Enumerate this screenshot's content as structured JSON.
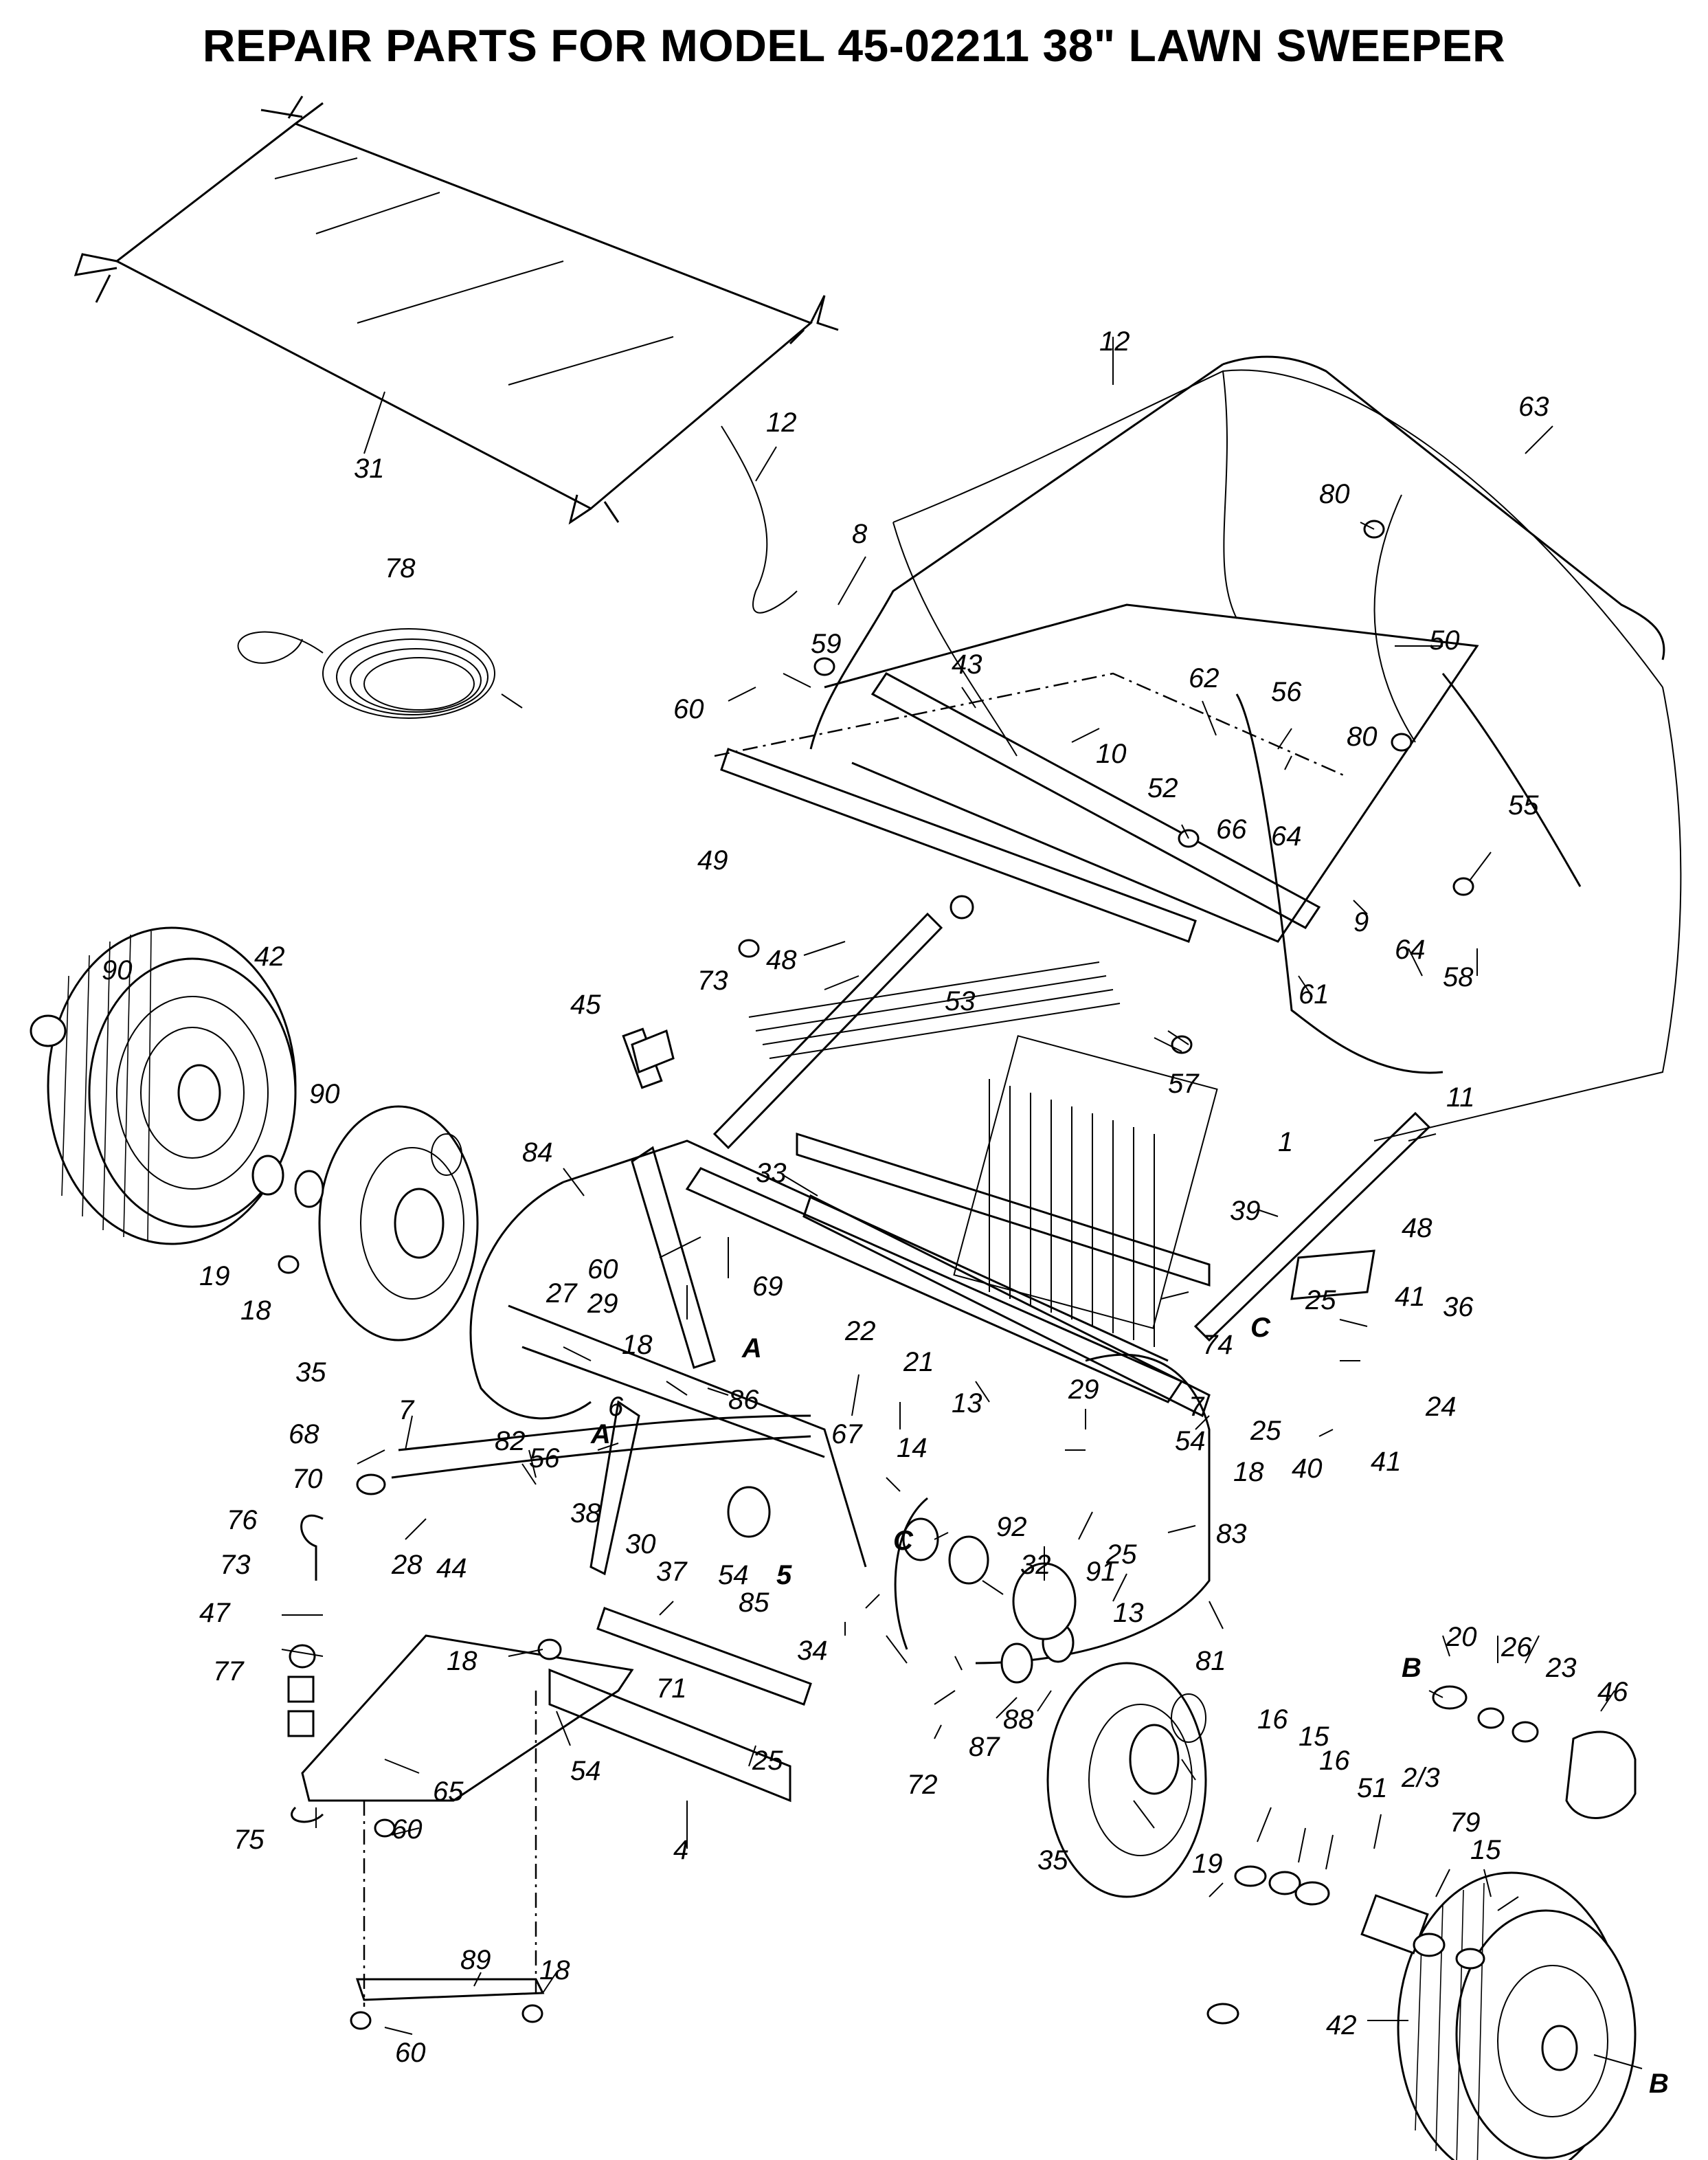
{
  "title": "REPAIR PARTS FOR MODEL 45-02211  38\" LAWN SWEEPER",
  "labels": {
    "p31": "31",
    "p78": "78",
    "p12a": "12",
    "p12b": "12",
    "p63": "63",
    "p80a": "80",
    "p80b": "80",
    "p50": "50",
    "p8": "8",
    "p59": "59",
    "p60a": "60",
    "p43": "43",
    "p10": "10",
    "p62": "62",
    "p56a": "56",
    "p66": "66",
    "p64a": "64",
    "p52": "52",
    "p55": "55",
    "p49": "49",
    "p9": "9",
    "p64b": "64",
    "p58": "58",
    "p61": "61",
    "p90a": "90",
    "p42a": "42",
    "p73a": "73",
    "p48a": "48",
    "p53": "53",
    "p57": "57",
    "p11": "11",
    "p45": "45",
    "p90b": "90",
    "p1": "1",
    "p84": "84",
    "p33": "33",
    "p39": "39",
    "p48b": "48",
    "p19a": "19",
    "p60b": "60",
    "p69": "69",
    "p18a": "18",
    "p27": "27",
    "p29a": "29",
    "p35a": "35",
    "p18b": "18",
    "pA1": "A",
    "pC1": "C",
    "p25a": "25",
    "p41a": "41",
    "p36": "36",
    "p22": "22",
    "p21": "21",
    "p74": "74",
    "p13a": "13",
    "p29b": "29",
    "p86": "86",
    "p7a": "7",
    "p7b": "7",
    "p6": "6",
    "p24": "24",
    "p25b": "25",
    "p68": "68",
    "p82": "82",
    "p56b": "56",
    "pA2": "A",
    "p67": "67",
    "p14": "14",
    "p54a": "54",
    "p40": "40",
    "p41b": "41",
    "p18c": "18",
    "p70": "70",
    "p76": "76",
    "p38": "38",
    "p92": "92",
    "p25c": "25",
    "p83": "83",
    "p28": "28",
    "p44": "44",
    "p37": "37",
    "p30": "30",
    "p54b": "54",
    "p5": "5",
    "pC2": "C",
    "p32": "32",
    "p91": "91",
    "p73b": "73",
    "p13b": "13",
    "p47": "47",
    "p34": "34",
    "p85": "85",
    "p77": "77",
    "p71": "71",
    "p18d": "18",
    "p20": "20",
    "p26": "26",
    "p23": "23",
    "pB1": "B",
    "p81": "81",
    "p46": "46",
    "p87": "87",
    "p88": "88",
    "p16a": "16",
    "p15a": "15",
    "p16b": "16",
    "p65": "65",
    "p54c": "54",
    "p25d": "25",
    "p72": "72",
    "p51": "51",
    "p23b": "2/3",
    "p79": "79",
    "p15b": "15",
    "p60c": "60",
    "p75": "75",
    "p35b": "35",
    "p19b": "19",
    "p4": "4",
    "p89": "89",
    "p18e": "18",
    "p60d": "60",
    "p42b": "42",
    "pB2": "B"
  }
}
